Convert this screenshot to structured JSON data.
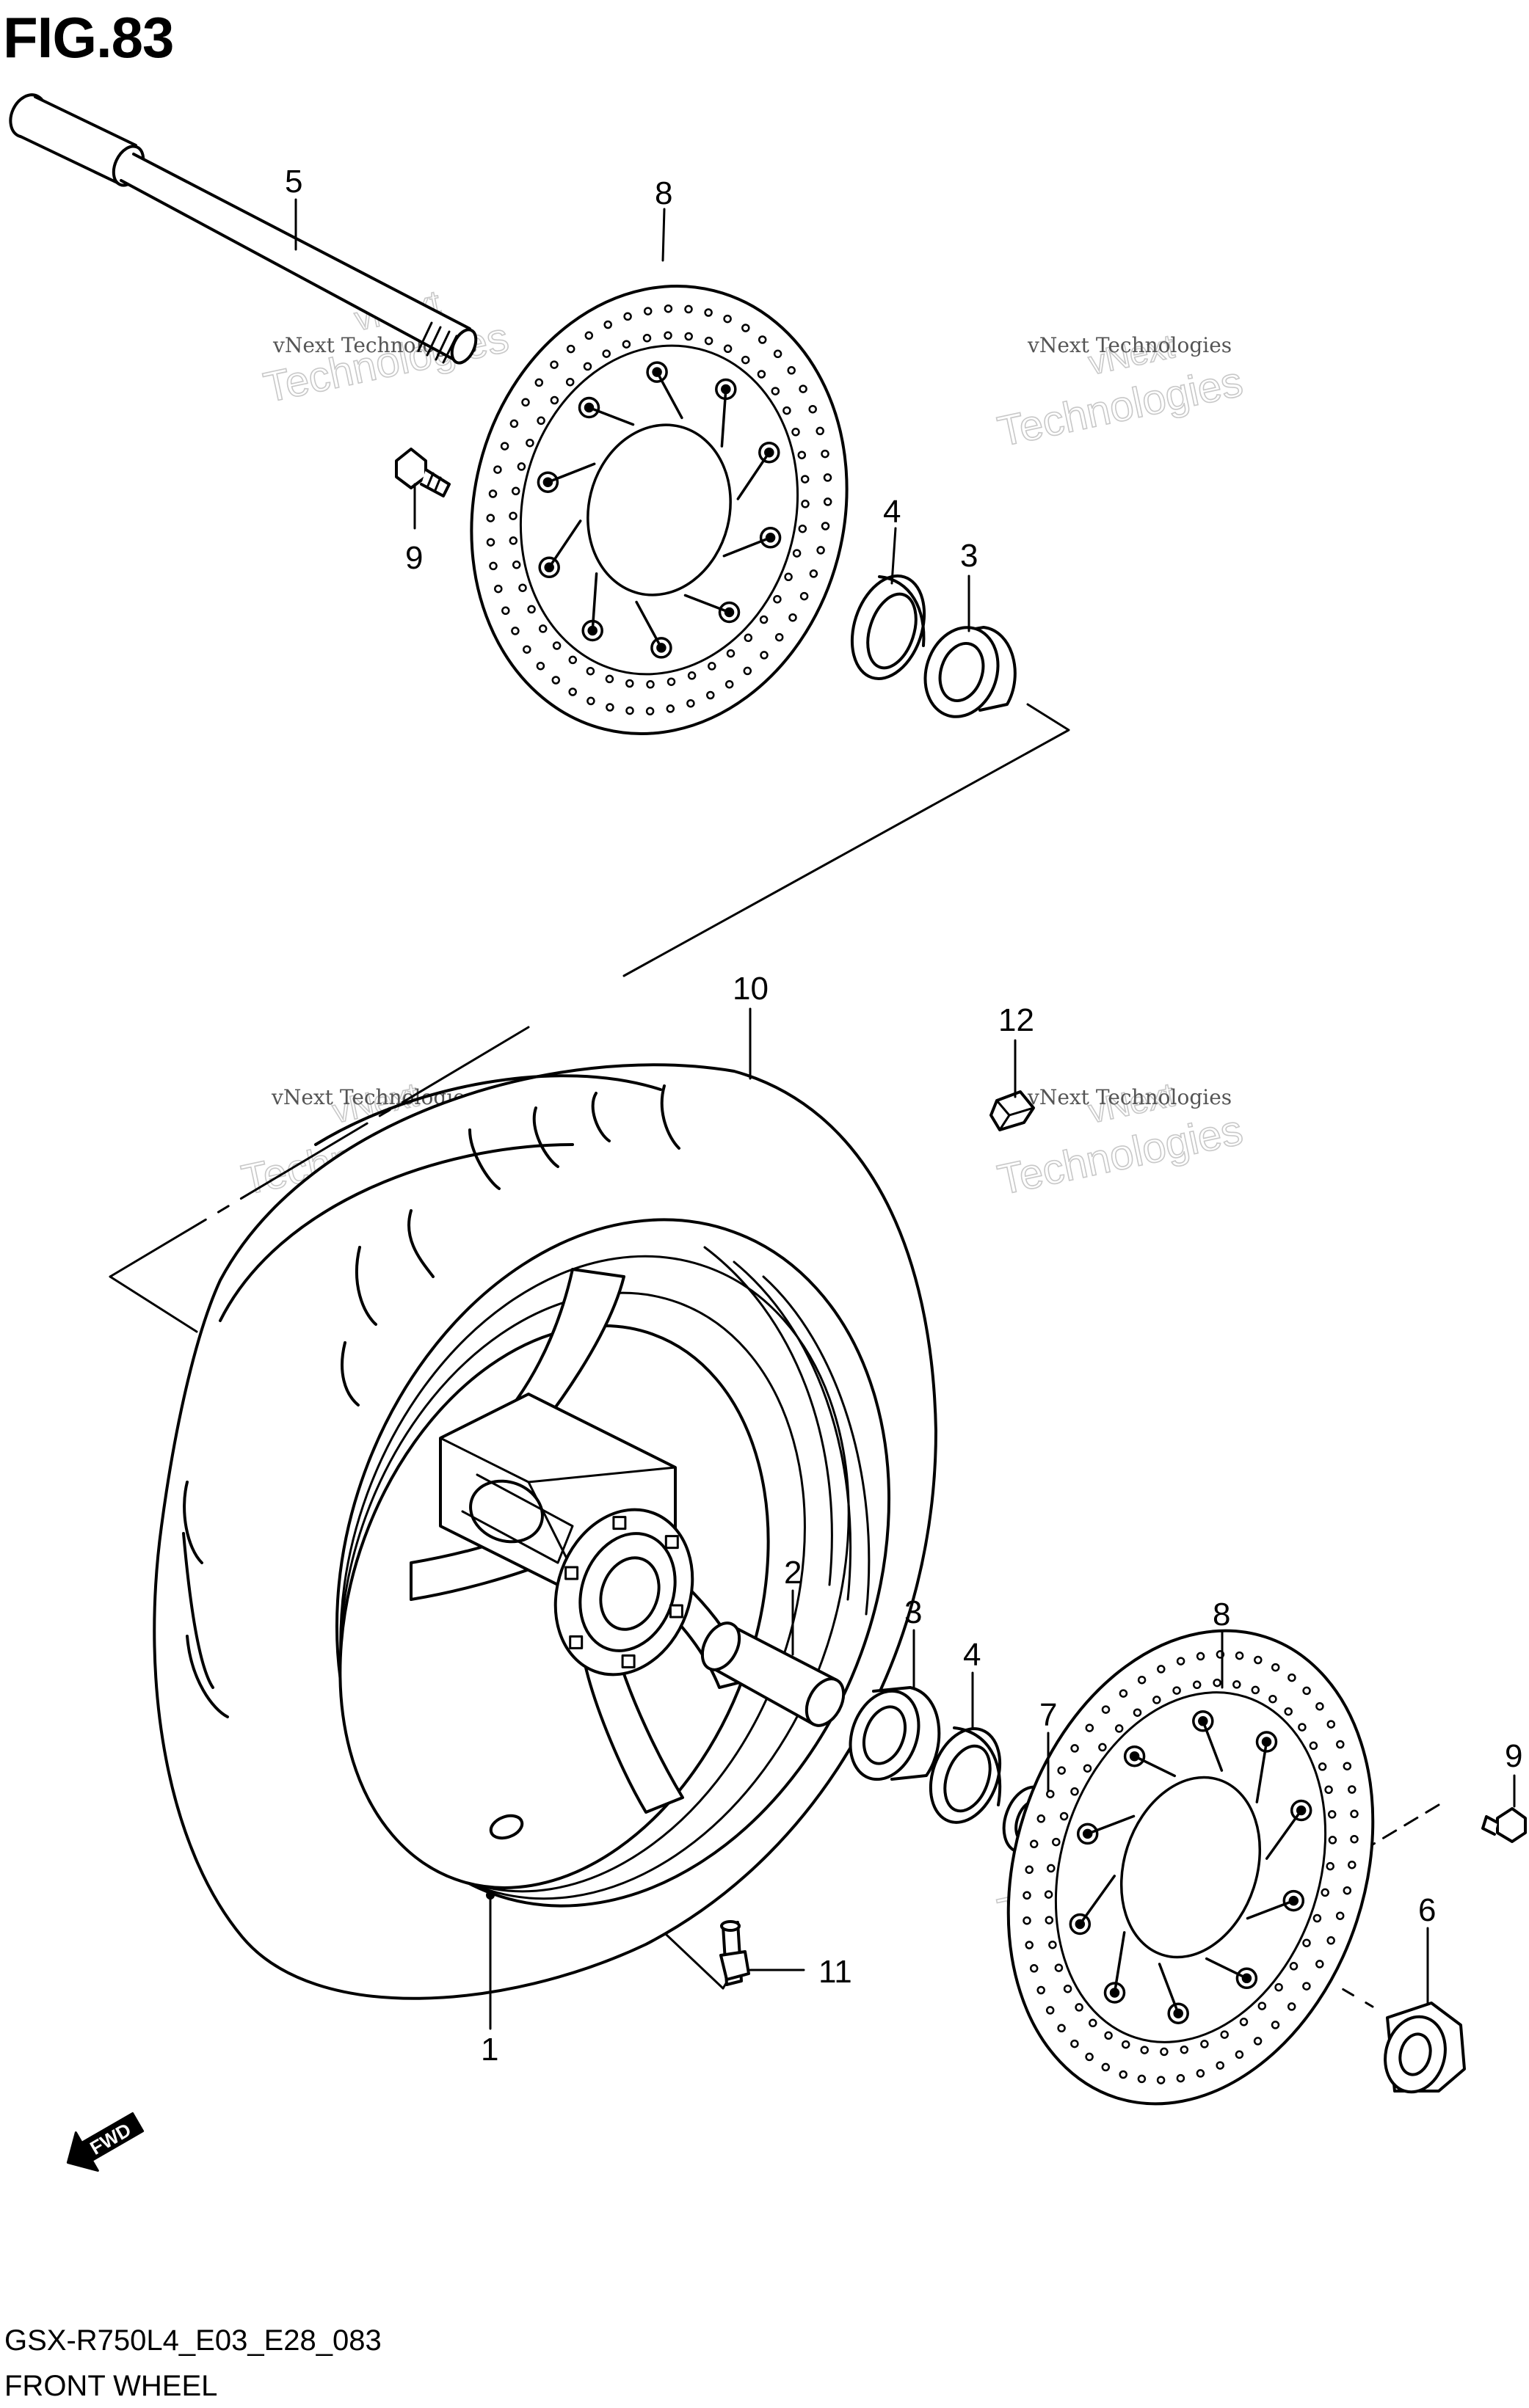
{
  "figure": {
    "title": "FIG.83",
    "model_code": "GSX-R750L4_E03_E28_083",
    "section_name": "FRONT WHEEL"
  },
  "watermark": {
    "line1": "vNext Technologies",
    "line2": "vNext",
    "line3": "Technologies"
  },
  "fwd_label": "FWD",
  "callouts": [
    {
      "id": "c5",
      "label": "5"
    },
    {
      "id": "c8a",
      "label": "8"
    },
    {
      "id": "c9a",
      "label": "9"
    },
    {
      "id": "c4a",
      "label": "4"
    },
    {
      "id": "c3a",
      "label": "3"
    },
    {
      "id": "c10",
      "label": "10"
    },
    {
      "id": "c12",
      "label": "12"
    },
    {
      "id": "c2",
      "label": "2"
    },
    {
      "id": "c3b",
      "label": "3"
    },
    {
      "id": "c4b",
      "label": "4"
    },
    {
      "id": "c7",
      "label": "7"
    },
    {
      "id": "c8b",
      "label": "8"
    },
    {
      "id": "c9b",
      "label": "9"
    },
    {
      "id": "c6",
      "label": "6"
    },
    {
      "id": "c11",
      "label": "11"
    },
    {
      "id": "c1",
      "label": "1"
    }
  ]
}
